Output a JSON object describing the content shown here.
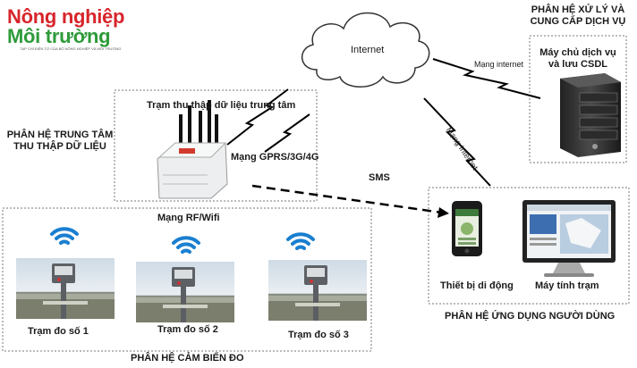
{
  "logo": {
    "line1": "Nông nghiệp",
    "line2": "Môi trường",
    "tagline": "TẠP CHÍ ĐIỆN TỬ CỦA BỘ NÔNG NGHIỆP VÀ MÔI TRƯỜNG"
  },
  "service_subsystem": {
    "title_line1": "PHÂN HỆ XỬ LÝ VÀ",
    "title_line2": "CUNG CẤP DỊCH VỤ",
    "server_label_line1": "Máy chủ dịch vụ",
    "server_label_line2": "và lưu CSDL"
  },
  "central_subsystem": {
    "title_line1": "PHÂN HỆ TRUNG TÂM",
    "title_line2": "THU THẬP DỮ LIỆU",
    "station_label": "Trạm thu thập dữ liệu trung tâm",
    "gprs_label": "Mạng GPRS/3G/4G"
  },
  "cloud_label": "Internet",
  "links": {
    "internet_1": "Mạng internet",
    "internet_2": "Mạng Internet",
    "sms": "SMS",
    "rf": "Mạng RF/Wifi"
  },
  "user_subsystem": {
    "title": "PHÂN HỆ ỨNG DỤNG NGƯỜI DÙNG",
    "mobile_label": "Thiết bị di động",
    "pc_label": "Máy tính trạm"
  },
  "sensor_subsystem": {
    "title": "PHÂN HỆ CẢM BIẾN ĐO",
    "stations": [
      "Trạm đo số 1",
      "Trạm đo số 2",
      "Trạm đo số 3"
    ]
  }
}
